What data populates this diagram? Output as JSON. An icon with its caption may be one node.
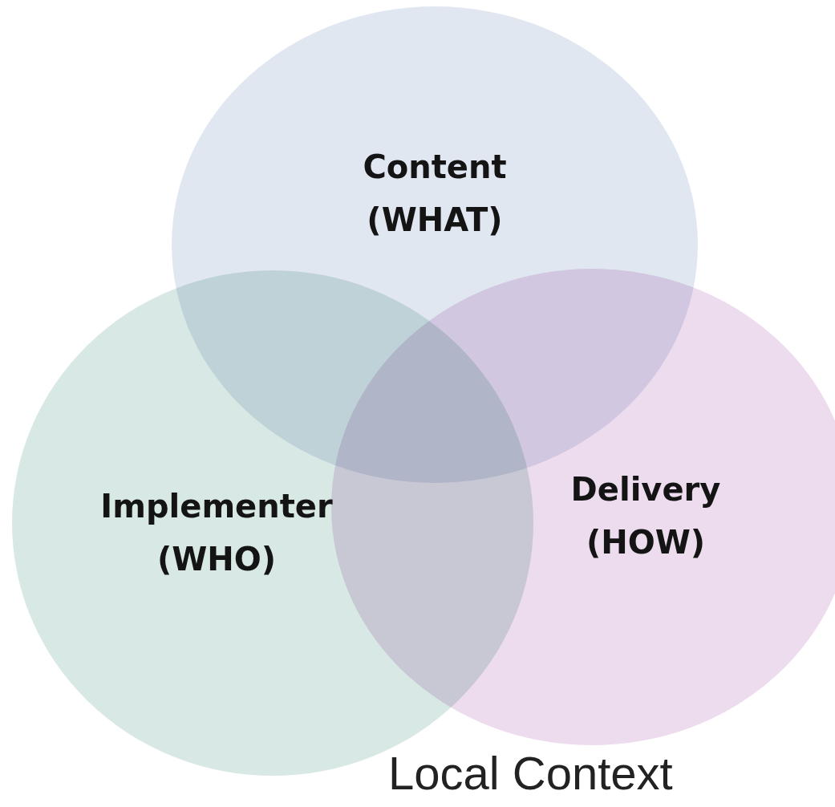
{
  "diagram": {
    "nodes": [
      {
        "text": [
          "Content",
          "(WHAT)"
        ]
      },
      {
        "text": [
          "Implementer",
          "(WHO)"
        ]
      },
      {
        "text": [
          "Delivery",
          "(HOW)"
        ]
      }
    ],
    "labels": [
      "Local Context"
    ]
  }
}
